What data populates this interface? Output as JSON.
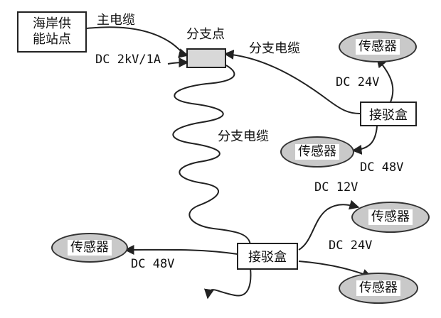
{
  "shore_station": {
    "line1": "海岸供",
    "line2": "能站点"
  },
  "labels": {
    "main_cable": "主电缆",
    "main_power": "DC 2kV/1A",
    "branch_point": "分支点",
    "branch_cable_top": "分支电缆",
    "branch_cable_mid": "分支电缆",
    "dc24_top": "DC 24V",
    "dc48_top": "DC 48V",
    "dc12": "DC 12V",
    "dc24_bottom": "DC 24V",
    "dc48_left": "DC 48V"
  },
  "junction_boxes": {
    "top": "接驳盒",
    "bottom": "接驳盒"
  },
  "sensors": {
    "top_right": "传感器",
    "middle": "传感器",
    "right_mid": "传感器",
    "left": "传感器",
    "bottom_right": "传感器"
  },
  "colors": {
    "sensor_fill": "#c9c9c9",
    "line": "#222222"
  }
}
